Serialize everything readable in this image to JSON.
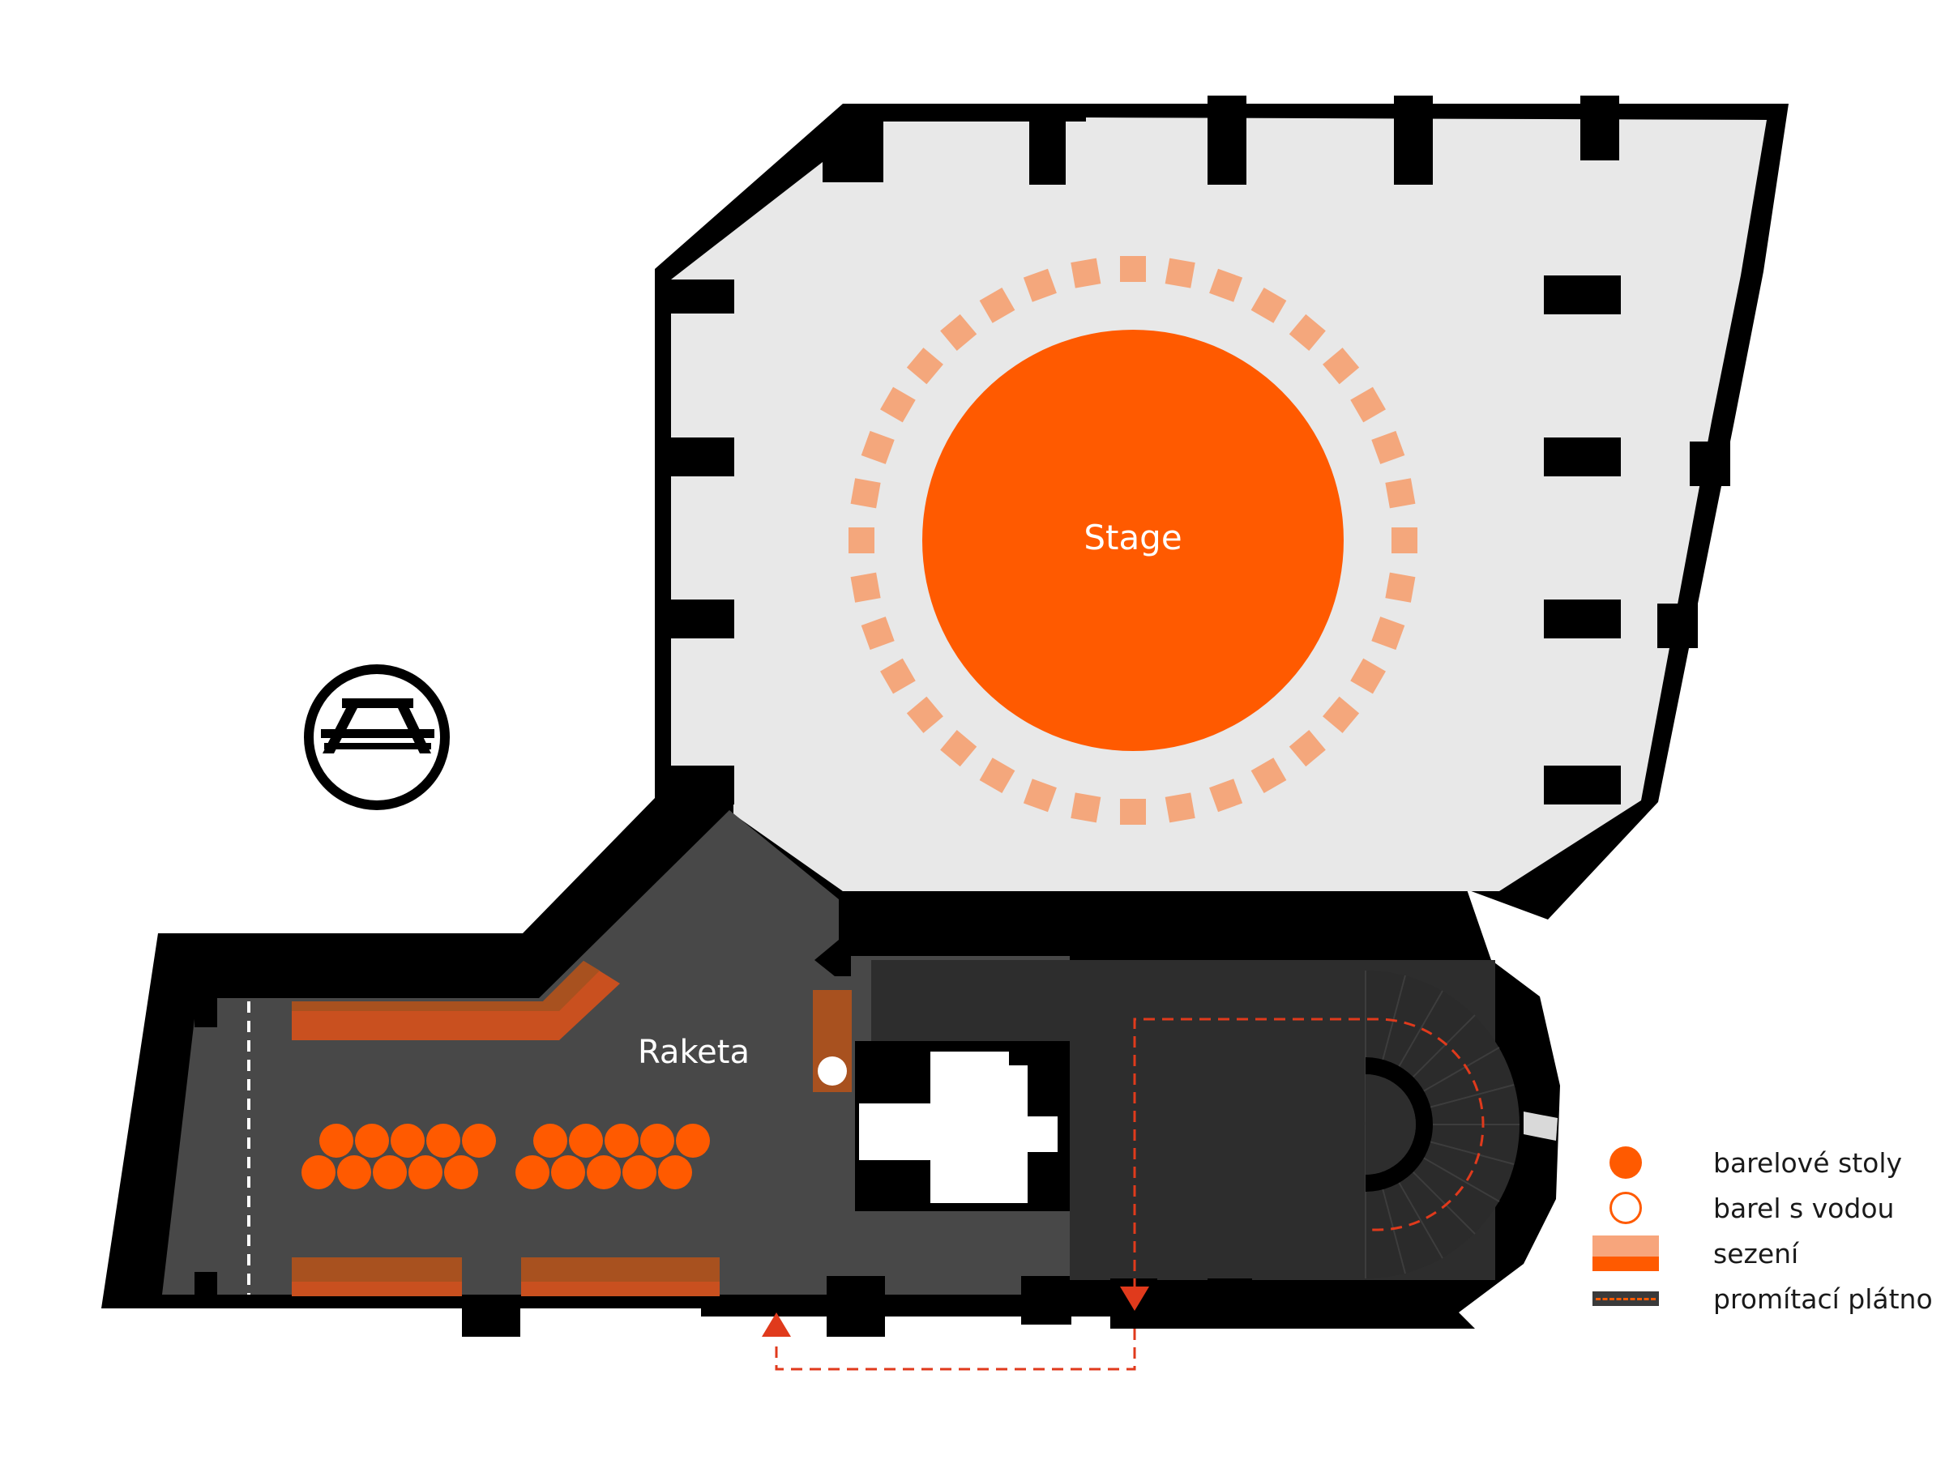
{
  "labels": {
    "stage": "Stage",
    "raketa": "Raketa"
  },
  "legend": {
    "barrel_tables": "barelové stoly",
    "water_barrel": "barel s vodou",
    "seating": "sezení",
    "projection_screen": "promítací plátno"
  },
  "colors": {
    "walls": "#000000",
    "main_hall_floor": "#e8e8e8",
    "raketa_floor": "#484848",
    "back_room_floor": "#2d2d2d",
    "stage": "#ff5a00",
    "stage_label": "#ffffff",
    "raketa_label": "#ffffff",
    "audience_seats": "#f4a77c",
    "barrel_tables": "#ff5a00",
    "seating_bench": "#c9501f",
    "seating_bench_top": "#a8511f",
    "water_barrel_fill": "#ffffff",
    "route_arrow": "#e03a1c",
    "legend_seating_top": "#f7a57c",
    "legend_seating_bottom": "#ff5a00",
    "legend_screen_base": "#3a3a3a",
    "legend_screen_dash": "#ff5a00"
  },
  "icons": {
    "picnic_table": "picnic-table-icon"
  }
}
